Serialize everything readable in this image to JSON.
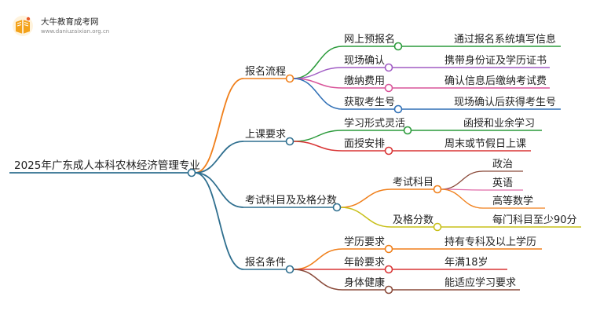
{
  "logo": {
    "title": "大牛教育成考网",
    "url": "www.daniuzaixian.org.cn"
  },
  "root": "2025年广东成人本科农林经济管理专业",
  "branches": [
    {
      "label": "报名流程",
      "children": [
        {
          "label": "网上预报名",
          "leaf": "通过报名系统填写信息"
        },
        {
          "label": "现场确认",
          "leaf": "携带身份证及学历证书"
        },
        {
          "label": "缴纳费用",
          "leaf": "确认信息后缴纳考试费"
        },
        {
          "label": "获取考生号",
          "leaf": "现场确认后获得考生号"
        }
      ]
    },
    {
      "label": "上课要求",
      "children": [
        {
          "label": "学习形式灵活",
          "leaf": "函授和业余学习"
        },
        {
          "label": "面授安排",
          "leaf": "周末或节假日上课"
        }
      ]
    },
    {
      "label": "考试科目及及格分数",
      "children": [
        {
          "label": "考试科目",
          "leaves": [
            "政治",
            "英语",
            "高等数学"
          ]
        },
        {
          "label": "及格分数",
          "leaf": "每门科目至少90分"
        }
      ]
    },
    {
      "label": "报名条件",
      "children": [
        {
          "label": "学历要求",
          "leaf": "持有专科及以上学历"
        },
        {
          "label": "年龄要求",
          "leaf": "年满18岁"
        },
        {
          "label": "身体健康",
          "leaf": "能适应学习要求"
        }
      ]
    }
  ]
}
